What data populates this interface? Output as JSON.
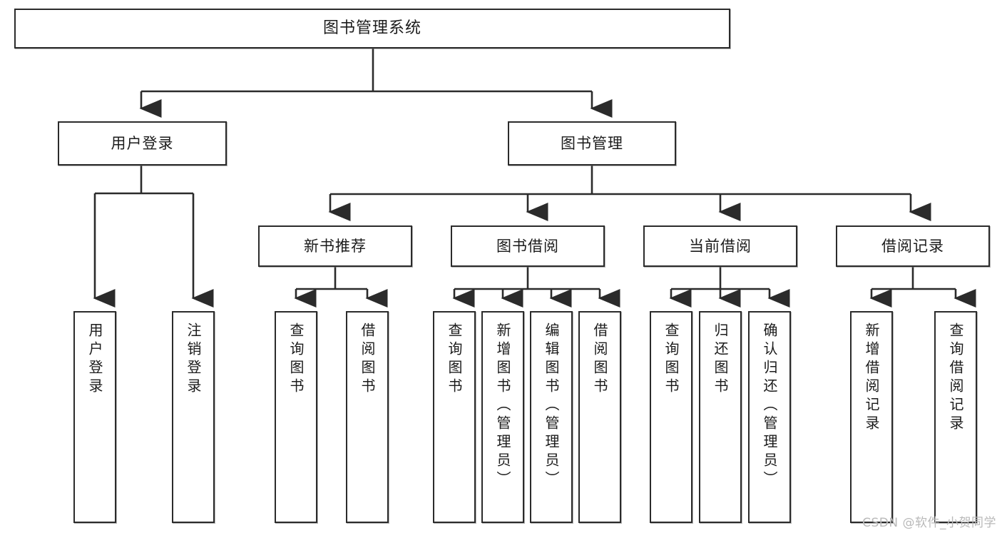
{
  "diagram": {
    "title": "图书管理系统",
    "type": "tree",
    "watermark": "CSDN @软件_小贺同学",
    "colors": {
      "box_border": "#2b2b2b",
      "box_fill": "#ffffff",
      "edge": "#2b2b2b",
      "text": "#1b1b1b",
      "watermark": "#b9b9b9",
      "background": "#ffffff"
    },
    "levels": [
      {
        "level": 1,
        "nodes": [
          {
            "id": "root",
            "label": "图书管理系统"
          }
        ]
      },
      {
        "level": 2,
        "nodes": [
          {
            "id": "login",
            "label": "用户登录",
            "parent": "root"
          },
          {
            "id": "bookmgmt",
            "label": "图书管理",
            "parent": "root"
          }
        ]
      },
      {
        "level": 3,
        "nodes": [
          {
            "id": "newbook",
            "label": "新书推荐",
            "parent": "bookmgmt"
          },
          {
            "id": "borrow",
            "label": "图书借阅",
            "parent": "bookmgmt"
          },
          {
            "id": "current",
            "label": "当前借阅",
            "parent": "bookmgmt"
          },
          {
            "id": "records",
            "label": "借阅记录",
            "parent": "bookmgmt"
          }
        ]
      },
      {
        "level": 4,
        "nodes": [
          {
            "id": "leaf1",
            "label": "用户登录",
            "parent": "login"
          },
          {
            "id": "leaf2",
            "label": "注销登录",
            "parent": "login"
          },
          {
            "id": "leaf3",
            "label": "查询图书",
            "parent": "newbook"
          },
          {
            "id": "leaf4",
            "label": "借阅图书",
            "parent": "newbook"
          },
          {
            "id": "leaf5",
            "label": "查询图书",
            "parent": "borrow"
          },
          {
            "id": "leaf6",
            "label": "新增图书（管理员）",
            "parent": "borrow"
          },
          {
            "id": "leaf7",
            "label": "编辑图书（管理员）",
            "parent": "borrow"
          },
          {
            "id": "leaf8",
            "label": "借阅图书",
            "parent": "borrow"
          },
          {
            "id": "leaf9",
            "label": "查询图书",
            "parent": "current"
          },
          {
            "id": "leaf10",
            "label": "归还图书",
            "parent": "current"
          },
          {
            "id": "leaf11",
            "label": "确认归还（管理员）",
            "parent": "current"
          },
          {
            "id": "leaf12",
            "label": "新增借阅记录",
            "parent": "records"
          },
          {
            "id": "leaf13",
            "label": "查询借阅记录",
            "parent": "records"
          }
        ]
      }
    ]
  }
}
